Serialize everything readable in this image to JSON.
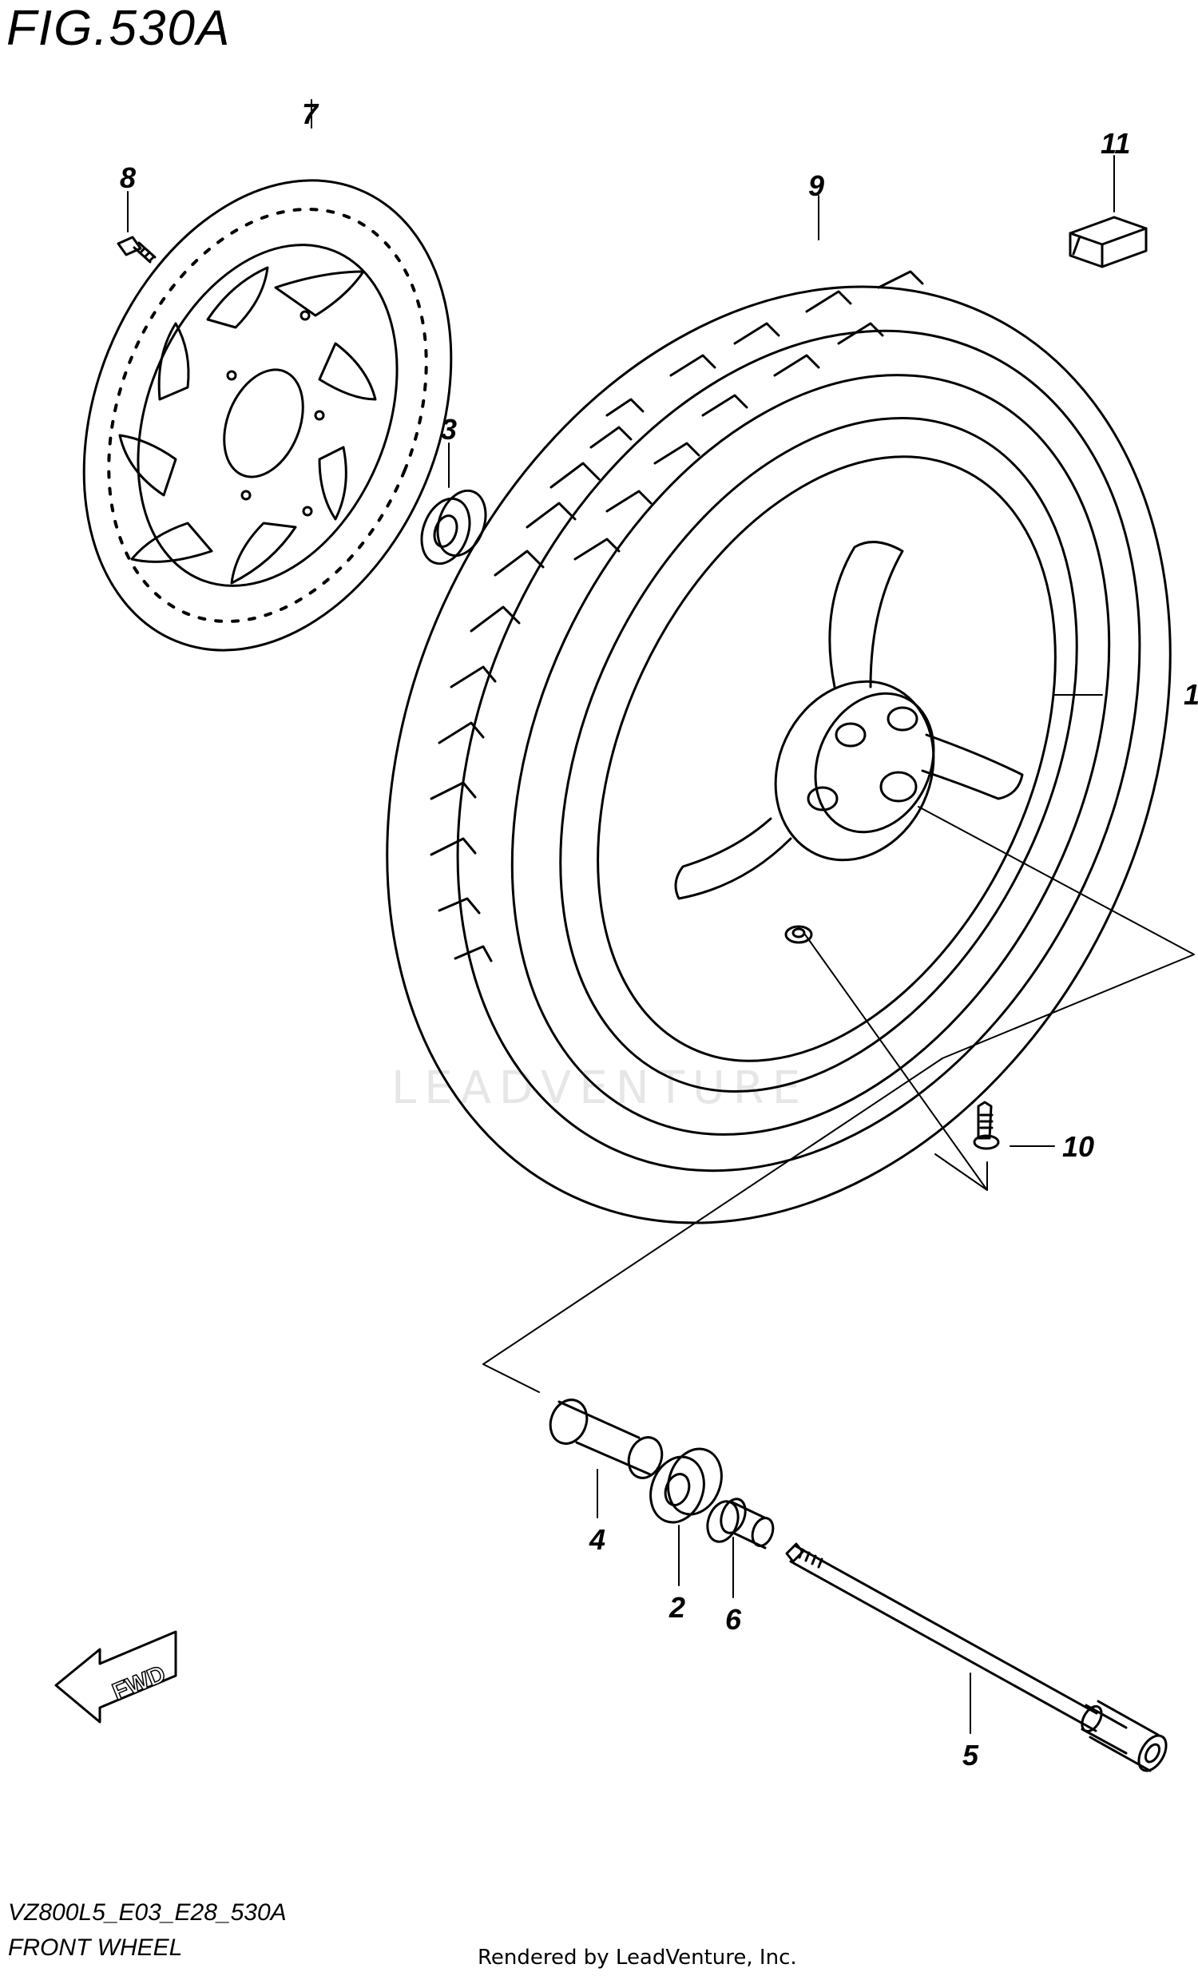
{
  "figure": {
    "title": "FIG.530A",
    "code": "VZ800L5_E03_E28_530A",
    "subtitle": "FRONT WHEEL",
    "rendered_by": "Rendered by LeadVenture, Inc.",
    "watermark": "LEADVENTURE",
    "direction_label": "FWD"
  },
  "callouts": [
    {
      "id": "1",
      "part": "wheel"
    },
    {
      "id": "2",
      "part": "bearing"
    },
    {
      "id": "3",
      "part": "bearing"
    },
    {
      "id": "4",
      "part": "spacer"
    },
    {
      "id": "5",
      "part": "axle"
    },
    {
      "id": "6",
      "part": "spacer"
    },
    {
      "id": "7",
      "part": "brake-disc"
    },
    {
      "id": "8",
      "part": "bolt"
    },
    {
      "id": "9",
      "part": "tire"
    },
    {
      "id": "10",
      "part": "valve"
    },
    {
      "id": "11",
      "part": "balancer"
    }
  ]
}
